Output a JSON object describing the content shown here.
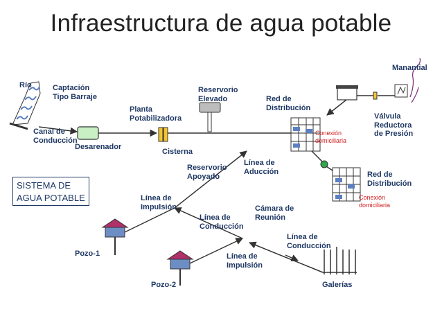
{
  "title": "Infraestructura de agua potable",
  "system_box": "SISTEMA DE\nAGUA POTABLE",
  "labels": {
    "rio": "Río",
    "captacion": "Captación\nTipo Barraje",
    "canal": "Canal de\nConducción",
    "desarenador": "Desarenador",
    "planta": "Planta\nPotabilizadora",
    "cisterna": "Cisterna",
    "res_elevado": "Reservorio\nElevado",
    "red_dist_1": "Red de\nDistribución",
    "manantial": "Manantial",
    "valvula": "Válvula\nReductora\nde Presión",
    "conexion_1": "Conexión\ndomiciliaria",
    "res_apoyado": "Reservorio\nApoyado",
    "linea_aduccion": "Línea de\nAducción",
    "red_dist_2": "Red de\nDistribución",
    "conexion_2": "Conexión\ndomiciliaria",
    "linea_impulsion_1": "Línea de\nImpulsión",
    "linea_conduccion_1": "Línea de\nConducción",
    "camara": "Cámara de\nReunión",
    "linea_conduccion_2": "Línea de\nConducción",
    "pozo1": "Pozo-1",
    "linea_impulsion_2": "Línea de\nImpulsión",
    "pozo2": "Pozo-2",
    "galerias": "Galerías"
  },
  "colors": {
    "label": "#1f3864",
    "connection_label": "#d02020",
    "pipe": "#333333",
    "house_roof": "#b0306a",
    "house_body": "#6d8ec4",
    "block_fill": "#5b7fc0",
    "tank_fill": "#bdbdbd",
    "cistern_fill": "#f4c430",
    "desanding_fill": "#c9f0c4",
    "valve_node": "#2ea84b",
    "river_wave": "#5a7fc0",
    "spring_line": "#7a2a7a"
  }
}
